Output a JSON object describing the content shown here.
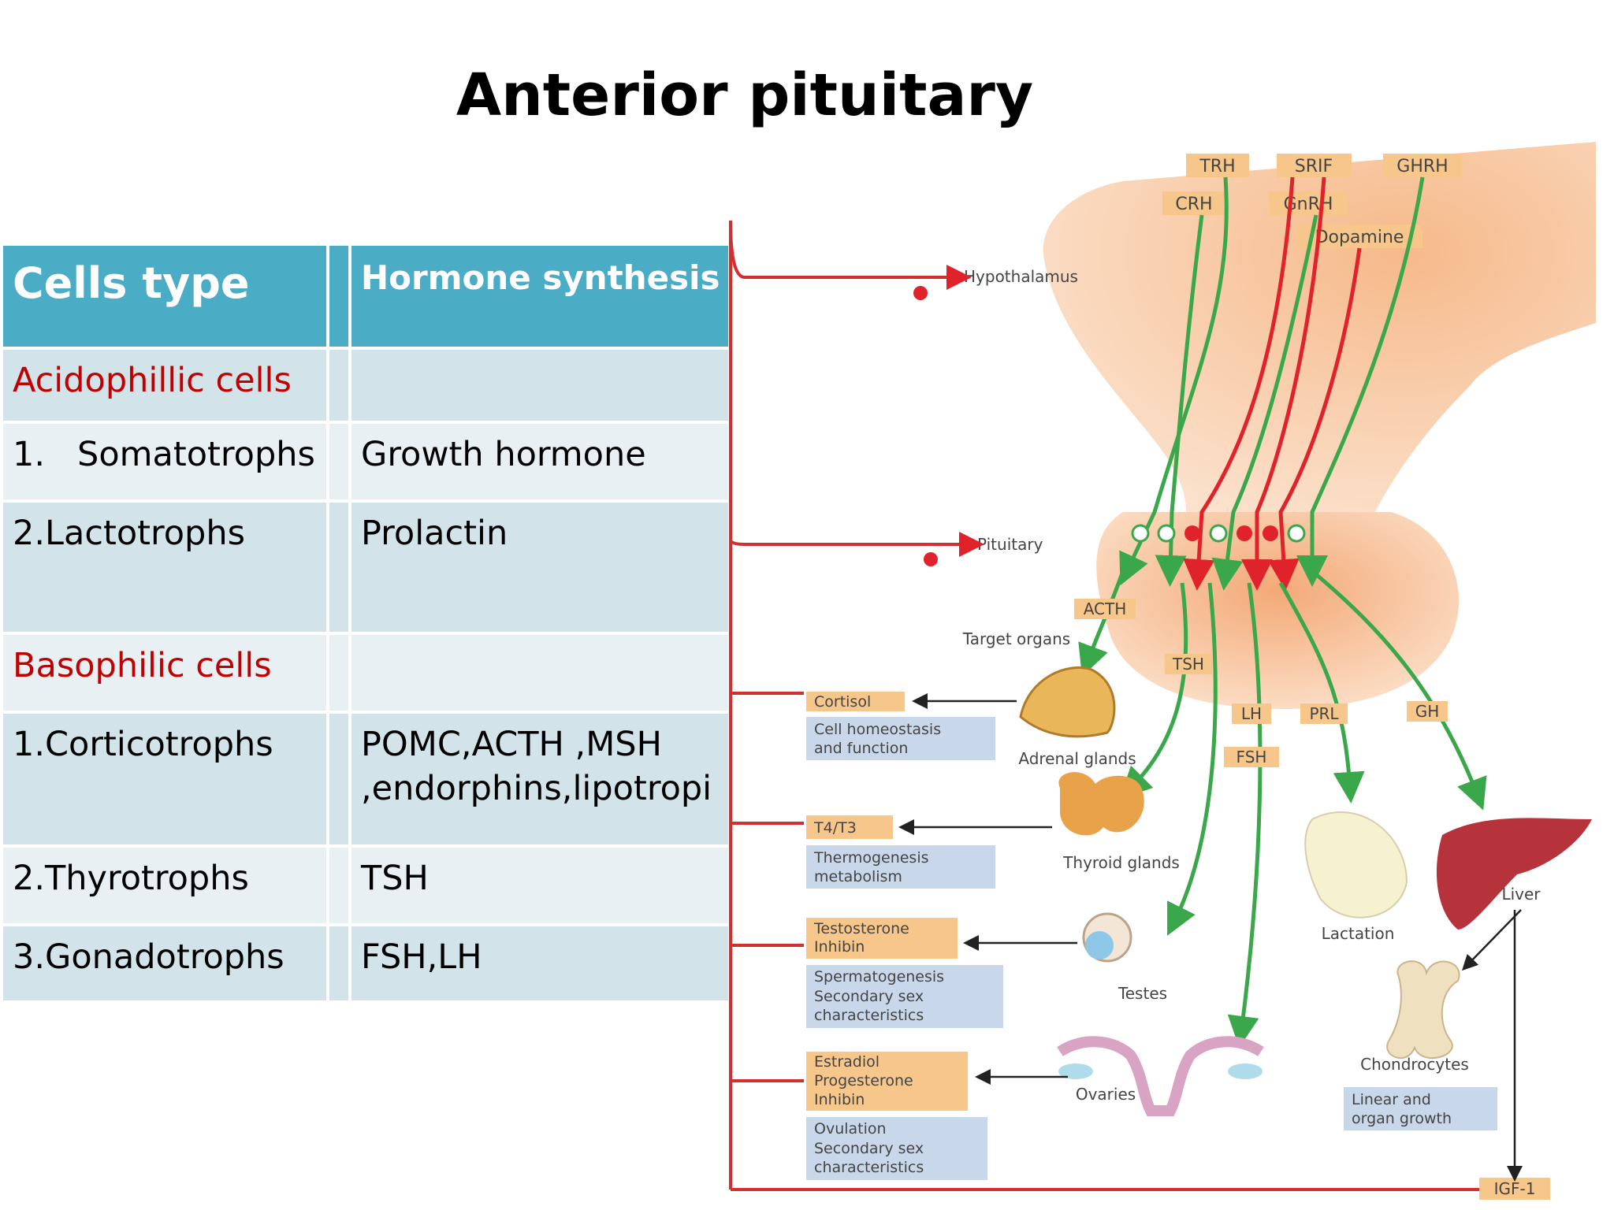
{
  "title": "Anterior pituitary",
  "table": {
    "headers": {
      "cells_type": "Cells type",
      "hormone_synthesis": "Hormone synthesis"
    },
    "rows": [
      {
        "cell": "Acidophillic cells",
        "hormone": "",
        "section": true
      },
      {
        "cell": "1.   Somatotrophs",
        "hormone": "Growth hormone"
      },
      {
        "cell": "2.Lactotrophs",
        "hormone": "Prolactin"
      },
      {
        "cell": "Basophilic cells",
        "hormone": "",
        "section": true
      },
      {
        "cell": "1.Corticotrophs",
        "hormone": "POMC,ACTH ,MSH",
        "hormone_line2": ",endorphins,lipotropi"
      },
      {
        "cell": "2.Thyrotrophs",
        "hormone": "TSH"
      },
      {
        "cell": "3.Gonadotrophs",
        "hormone": "FSH,LH"
      }
    ]
  },
  "diagram": {
    "releasing_hormones": [
      "TRH",
      "SRIF",
      "GHRH",
      "CRH",
      "GnRH",
      "Dopamine"
    ],
    "levels": {
      "hypothalamus": "Hypothalamus",
      "pituitary": "Pituitary"
    },
    "tropic_hormones": {
      "acth": "ACTH",
      "tsh": "TSH",
      "lh": "LH",
      "fsh": "FSH",
      "prl": "PRL",
      "gh": "GH",
      "igf1": "IGF-1"
    },
    "target_organs_label": "Target organs",
    "organs": {
      "adrenal": "Adrenal glands",
      "thyroid": "Thyroid glands",
      "testes": "Testes",
      "ovaries": "Ovaries",
      "lactation": "Lactation",
      "liver": "Liver",
      "chondrocytes": "Chondrocytes"
    },
    "hormone_boxes": {
      "cortisol": "Cortisol",
      "t4t3": "T4/T3",
      "testosterone": [
        "Testosterone",
        "Inhibin"
      ],
      "estradiol": [
        "Estradiol",
        "Progesterone",
        "Inhibin"
      ]
    },
    "effect_boxes": {
      "cortisol_effect": [
        "Cell homeostasis",
        "and function"
      ],
      "thyroid_effect": [
        "Thermogenesis",
        "metabolism"
      ],
      "testes_effect": [
        "Spermatogenesis",
        "Secondary sex",
        "characteristics"
      ],
      "ovary_effect": [
        "Ovulation",
        "Secondary sex",
        "characteristics"
      ],
      "growth_effect": [
        "Linear and",
        "organ growth"
      ]
    },
    "colors": {
      "stimulate": "#3aa84a",
      "inhibit": "#e0232b",
      "feedback": "#d32f2f",
      "hormone_box": "#f7c68a",
      "effect_box": "#c9d7ea"
    }
  }
}
